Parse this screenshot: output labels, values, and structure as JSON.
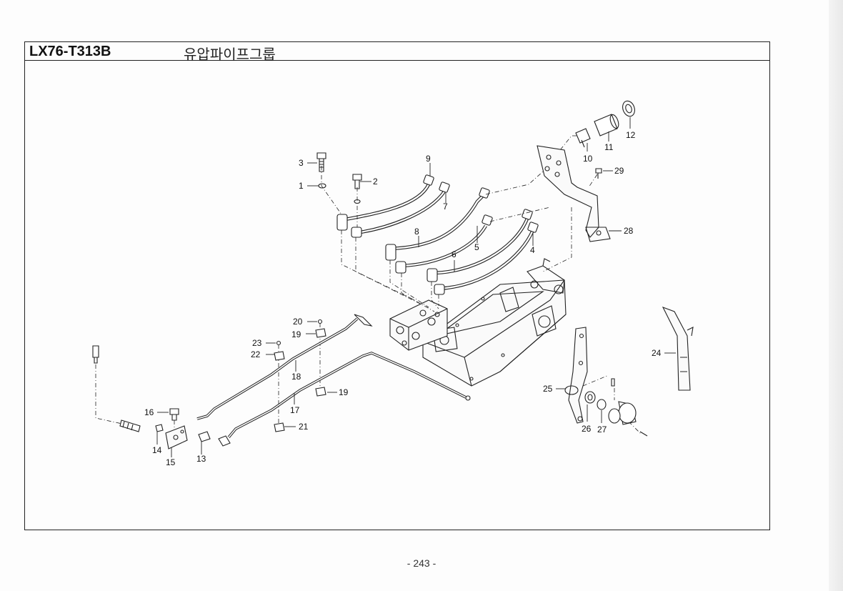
{
  "header": {
    "code": "LX76-T313B",
    "title": "유압파이프그룹"
  },
  "footer": {
    "page_number": "- 243 -"
  },
  "callouts": [
    "1",
    "2",
    "3",
    "4",
    "5",
    "6",
    "7",
    "8",
    "9",
    "10",
    "11",
    "12",
    "13",
    "14",
    "15",
    "16",
    "17",
    "18",
    "19",
    "19",
    "20",
    "21",
    "22",
    "23",
    "24",
    "25",
    "26",
    "27",
    "28",
    "29"
  ]
}
